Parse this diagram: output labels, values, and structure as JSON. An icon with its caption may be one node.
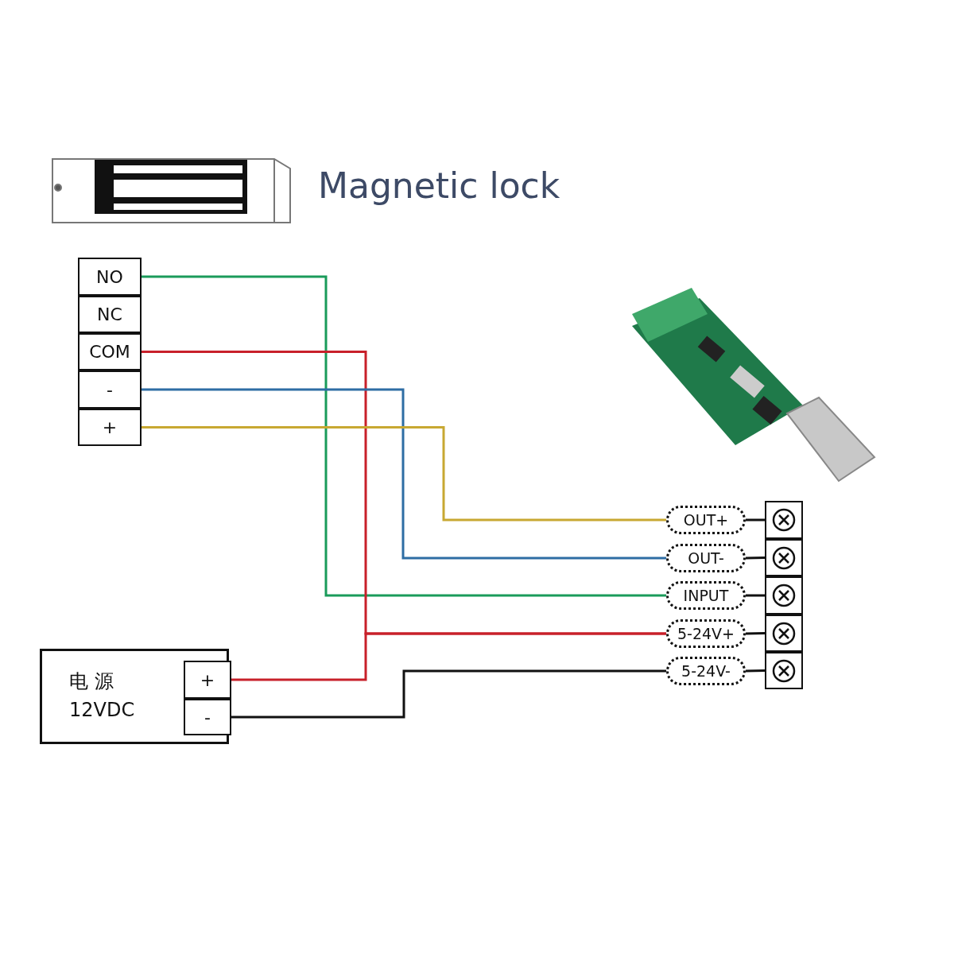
{
  "diagram": {
    "nodes": [
      {
        "text": [
          "NO"
        ]
      },
      {
        "text": [
          "NC"
        ]
      },
      {
        "text": [
          "COM"
        ]
      },
      {
        "text": [
          "-"
        ]
      },
      {
        "text": [
          "+"
        ]
      },
      {
        "text": [
          "电 源",
          "12VDC"
        ]
      },
      {
        "text": [
          "+"
        ],
        "in": 5
      },
      {
        "text": [
          "-"
        ],
        "in": 5
      },
      {
        "text": [
          "OUT+"
        ]
      },
      {
        "text": [
          "OUT-"
        ]
      },
      {
        "text": [
          "INPUT"
        ]
      },
      {
        "text": [
          "5-24V+"
        ]
      },
      {
        "text": [
          "5-24V-"
        ]
      },
      {
        "text": [],
        "shape": "box"
      },
      {
        "text": [],
        "shape": "box"
      },
      {
        "text": [],
        "shape": "box"
      },
      {
        "text": [],
        "shape": "box"
      },
      {
        "text": [],
        "shape": "box"
      }
    ],
    "edges": [
      {
        "from": 0,
        "to": 10,
        "arrow": "none",
        "color": "#1a9b5a"
      },
      {
        "from": 2,
        "to": 11,
        "arrow": "none",
        "color": "#c8202a"
      },
      {
        "from": 3,
        "to": 9,
        "arrow": "none",
        "color": "#2e6da4"
      },
      {
        "from": 4,
        "to": 8,
        "arrow": "none",
        "color": "#c8a832"
      },
      {
        "from": 6,
        "to": 11,
        "arrow": "none",
        "color": "#c8202a"
      },
      {
        "from": 7,
        "to": 12,
        "arrow": "none"
      },
      {
        "from": 8,
        "to": 13,
        "arrow": "none"
      },
      {
        "from": 9,
        "to": 14,
        "arrow": "none"
      },
      {
        "from": 10,
        "to": 15,
        "arrow": "none"
      },
      {
        "from": 11,
        "to": 16,
        "arrow": "none"
      },
      {
        "from": 12,
        "to": 17,
        "arrow": "none"
      }
    ],
    "labels": [
      "Magnetic lock"
    ]
  }
}
